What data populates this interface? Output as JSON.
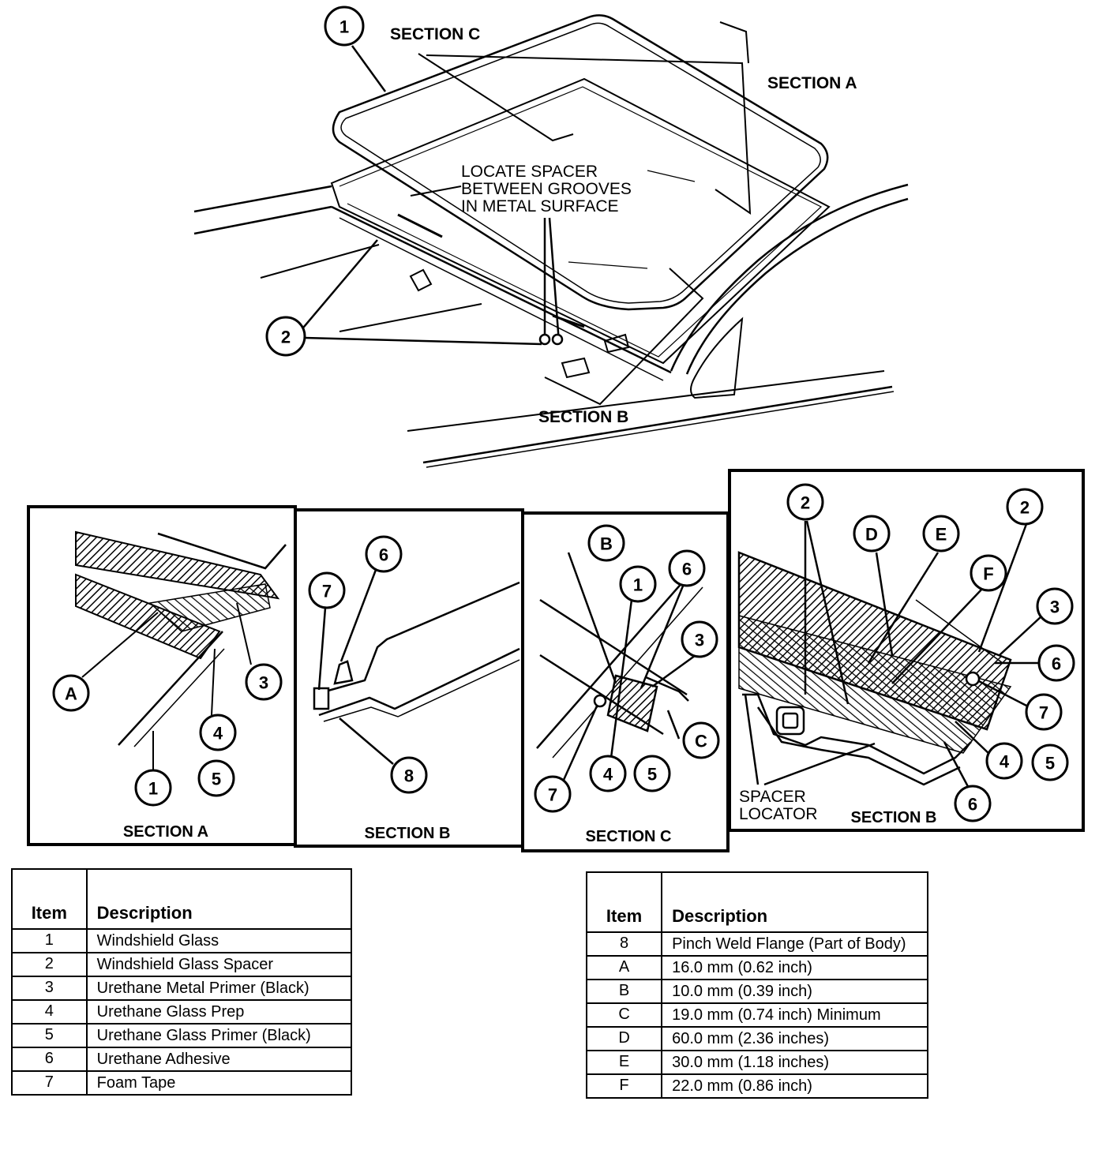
{
  "top_diagram": {
    "section_a_label": "SECTION A",
    "section_b_label": "SECTION B",
    "section_c_label": "SECTION C",
    "spacer_note_line1": "LOCATE SPACER",
    "spacer_note_line2": "BETWEEN GROOVES",
    "spacer_note_line3": "IN METAL SURFACE",
    "callouts": {
      "glass": "1",
      "spacer": "2"
    }
  },
  "panels": {
    "section_a": {
      "title": "SECTION A",
      "callouts": [
        "A",
        "3",
        "4",
        "5",
        "1"
      ]
    },
    "section_b": {
      "title": "SECTION B",
      "callouts": [
        "7",
        "6",
        "8"
      ]
    },
    "section_c": {
      "title": "SECTION C",
      "callouts": [
        "B",
        "1",
        "6",
        "3",
        "C",
        "7",
        "4",
        "5"
      ]
    },
    "section_b_detail": {
      "title": "SECTION B",
      "spacer_locator_line1": "SPACER",
      "spacer_locator_line2": "LOCATOR",
      "callouts": [
        "2",
        "D",
        "E",
        "2",
        "F",
        "3",
        "6",
        "7",
        "4",
        "5",
        "6"
      ]
    }
  },
  "legend_left": {
    "header_item": "Item",
    "header_description": "Description",
    "rows": [
      {
        "item": "1",
        "description": "Windshield Glass"
      },
      {
        "item": "2",
        "description": "Windshield Glass Spacer"
      },
      {
        "item": "3",
        "description": "Urethane Metal Primer (Black)"
      },
      {
        "item": "4",
        "description": "Urethane Glass Prep"
      },
      {
        "item": "5",
        "description": "Urethane Glass Primer (Black)"
      },
      {
        "item": "6",
        "description": "Urethane Adhesive"
      },
      {
        "item": "7",
        "description": "Foam Tape"
      }
    ]
  },
  "legend_right": {
    "header_item": "Item",
    "header_description": "Description",
    "rows": [
      {
        "item": "8",
        "description": "Pinch Weld Flange (Part of Body)"
      },
      {
        "item": "A",
        "description": "16.0 mm (0.62 inch)"
      },
      {
        "item": "B",
        "description": "10.0 mm (0.39 inch)"
      },
      {
        "item": "C",
        "description": "19.0 mm (0.74 inch) Minimum"
      },
      {
        "item": "D",
        "description": "60.0 mm (2.36 inches)"
      },
      {
        "item": "E",
        "description": "30.0 mm (1.18 inches)"
      },
      {
        "item": "F",
        "description": "22.0 mm (0.86 inch)"
      }
    ]
  }
}
